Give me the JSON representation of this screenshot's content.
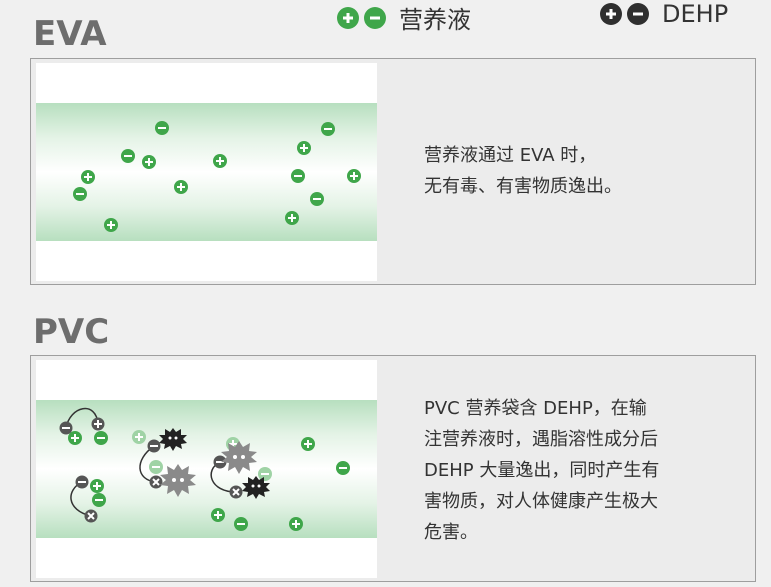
{
  "legend": {
    "nutrient_label": "营养液",
    "dehp_label": "DEHP",
    "nutrient_color": "#3fa64a",
    "dehp_color": "#2f2f2f"
  },
  "eva": {
    "title": "EVA",
    "description_lines": [
      "营养液通过 EVA 时，",
      "无有毒、有害物质逸出。"
    ]
  },
  "pvc": {
    "title": "PVC",
    "description_lines": [
      "PVC 营养袋含 DEHP，在输",
      "注营养液时，遇脂溶性成分后",
      "DEHP 大量逸出，同时产生有",
      "害物质，对人体健康产生极大",
      "危害。"
    ]
  }
}
